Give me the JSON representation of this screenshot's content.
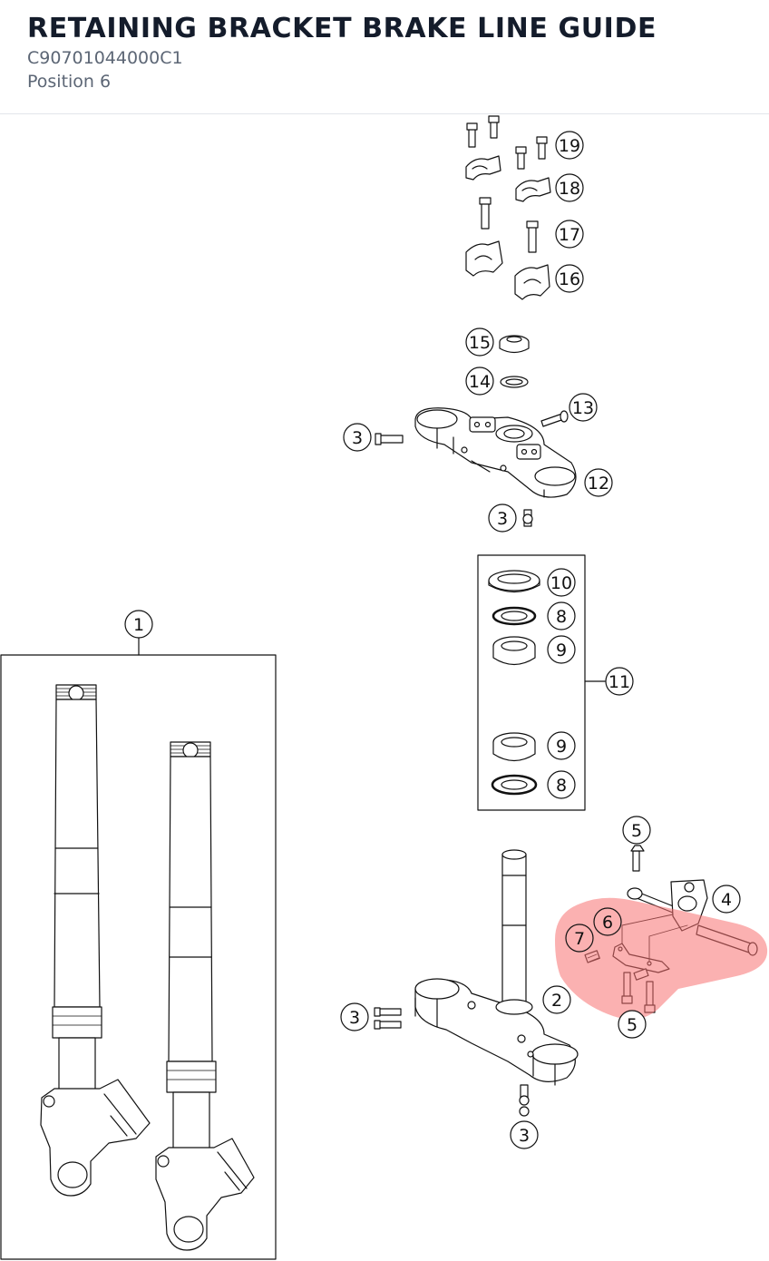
{
  "page": {
    "title": "RETAINING BRACKET BRAKE LINE GUIDE",
    "part_number": "C90701044000C1",
    "position": "Position 6"
  },
  "colors": {
    "highlight": "#f87171",
    "line": "#111111"
  },
  "diagram": {
    "callouts": {
      "c1": "1",
      "c2": "2",
      "c3a": "3",
      "c3b": "3",
      "c3c": "3",
      "c3d": "3",
      "c4": "4",
      "c5a": "5",
      "c5b": "5",
      "c6": "6",
      "c7": "7",
      "c8a": "8",
      "c8b": "8",
      "c9a": "9",
      "c9b": "9",
      "c10": "10",
      "c11": "11",
      "c12": "12",
      "c13": "13",
      "c14": "14",
      "c15": "15",
      "c16": "16",
      "c17": "17",
      "c18": "18",
      "c19": "19"
    }
  }
}
